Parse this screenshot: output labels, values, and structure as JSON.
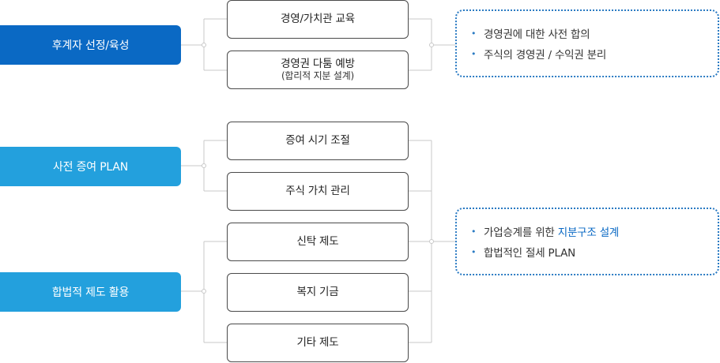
{
  "categories": [
    {
      "label": "후계자 선정/육성",
      "color": "#0a69c4"
    },
    {
      "label": "사전 증여 PLAN",
      "color": "#23a0dd"
    },
    {
      "label": "합법적 제도 활용",
      "color": "#23a0dd"
    }
  ],
  "items": [
    {
      "label": "경영/가치관 교육"
    },
    {
      "label": "경영권 다툼 예방",
      "sub": "(합리적 지분 설계)"
    },
    {
      "label": "증여 시기 조절"
    },
    {
      "label": "주식 가치 관리"
    },
    {
      "label": "신탁 제도"
    },
    {
      "label": "복지 기금"
    },
    {
      "label": "기타 제도"
    }
  ],
  "notes": [
    {
      "lines": [
        {
          "text": "경영권에 대한 사전 합의"
        },
        {
          "text": "주식의 경영권 / 수익권 분리"
        }
      ]
    },
    {
      "lines": [
        {
          "text": "가업승계를 위한 ",
          "highlight": "지분구조 설계"
        },
        {
          "text": "합법적인 절세 PLAN"
        }
      ]
    }
  ],
  "bullet_symbol": "•",
  "colors": {
    "primary": "#0a69c4",
    "secondary": "#23a0dd",
    "note_border": "#2b7bc3",
    "connector": "#c8c8c8"
  }
}
